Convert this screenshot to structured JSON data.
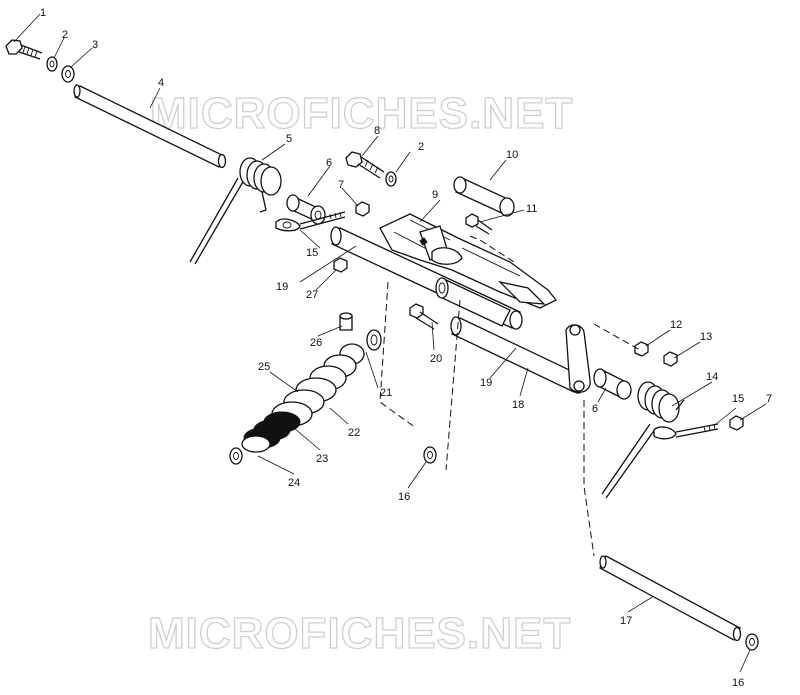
{
  "watermark": {
    "text": "MICROFICHES.NET"
  },
  "callouts": {
    "c1": "1",
    "c2a": "2",
    "c3": "3",
    "c4": "4",
    "c5": "5",
    "c6a": "6",
    "c7a": "7",
    "c8": "8",
    "c2b": "2",
    "c9": "9",
    "c10": "10",
    "c11": "11",
    "c15a": "15",
    "c19a": "19",
    "c27": "27",
    "c26": "26",
    "c25": "25",
    "c21": "21",
    "c22": "22",
    "c23": "23",
    "c24": "24",
    "c20": "20",
    "c16a": "16",
    "c19b": "19",
    "c18": "18",
    "c6b": "6",
    "c12": "12",
    "c13": "13",
    "c14": "14",
    "c15b": "15",
    "c7b": "7",
    "c17": "17",
    "c16b": "16"
  }
}
